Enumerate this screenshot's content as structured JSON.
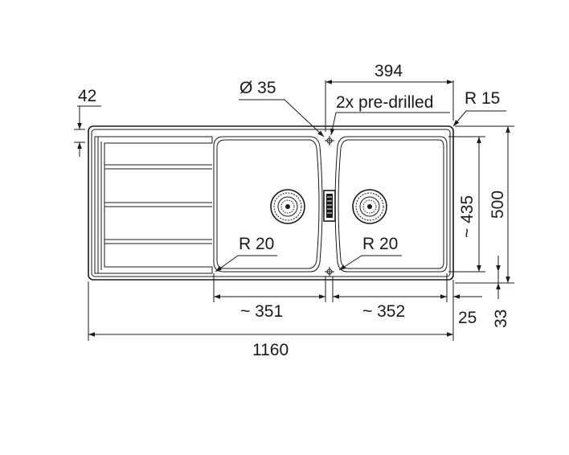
{
  "dimensions": {
    "overall_width": "1160",
    "drainer_offset": "42",
    "drain_hole": "Ø 35",
    "tap_spacing": "394",
    "pre_drilled": "2x pre-drilled",
    "corner_radius": "R 15",
    "overall_depth": "500",
    "bowl_depth": "~ 435",
    "bowl_left_radius": "R 20",
    "bowl_right_radius": "R 20",
    "bowl_left_width": "~ 351",
    "bowl_right_width": "~ 352",
    "edge_right": "25",
    "edge_bottom": "33"
  },
  "colors": {
    "line": "#1a1a1a",
    "background": "#ffffff"
  }
}
